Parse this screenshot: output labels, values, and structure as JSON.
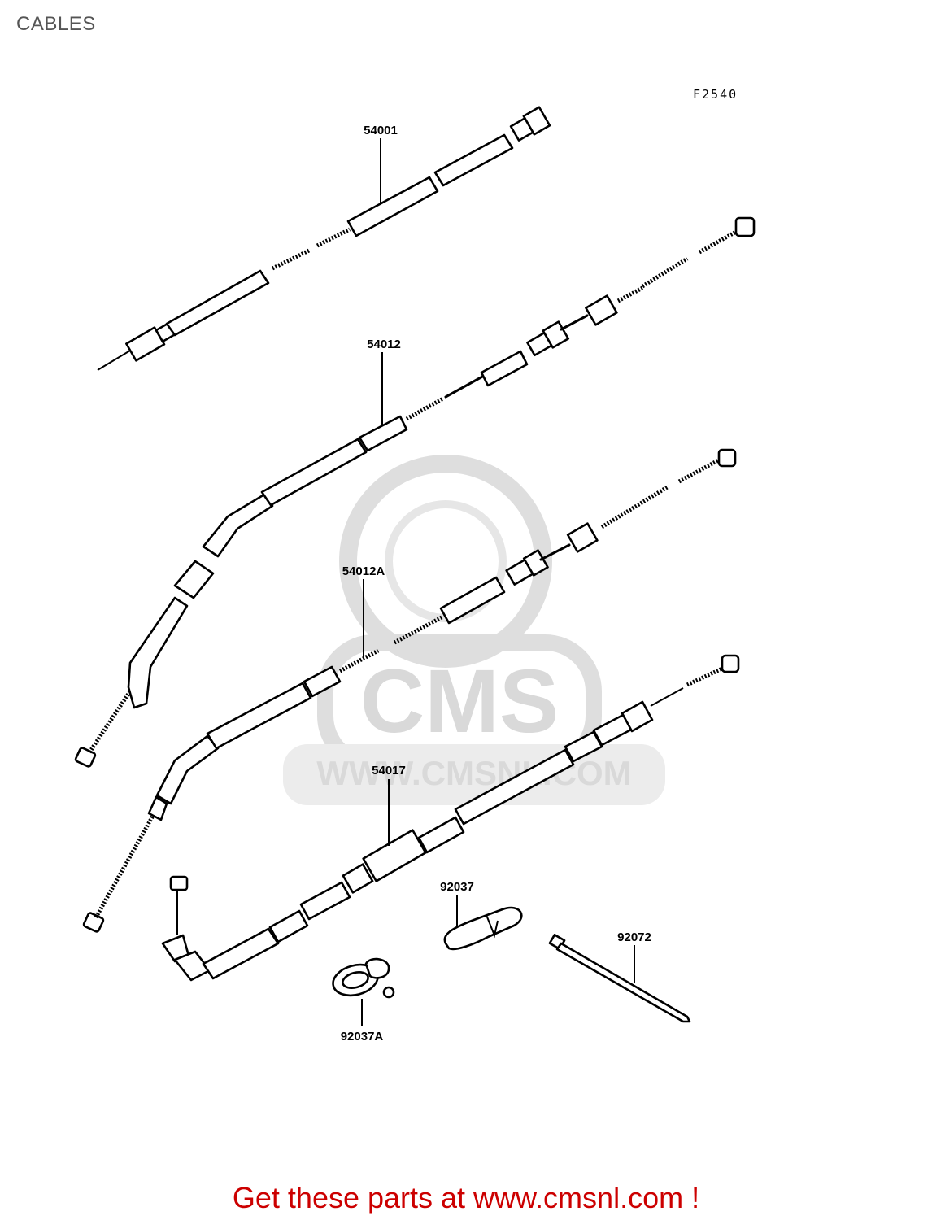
{
  "title": "CABLES",
  "figure_code": "F2540",
  "parts": [
    {
      "number": "54001"
    },
    {
      "number": "54012"
    },
    {
      "number": "54012A"
    },
    {
      "number": "54017"
    },
    {
      "number": "92037"
    },
    {
      "number": "92072"
    },
    {
      "number": "92037A"
    }
  ],
  "watermark": {
    "brand": "CMS",
    "url": "WWW.CMSNL.COM"
  },
  "footer": {
    "text": "Get these parts at www.cmsnl.com !",
    "color": "#cc0000"
  }
}
